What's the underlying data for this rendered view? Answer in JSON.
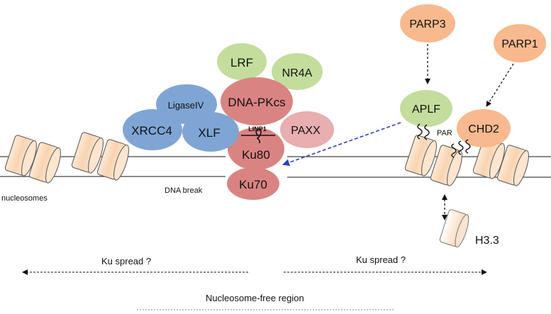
{
  "proteins": {
    "lrf": "LRF",
    "nr4a": "NR4A",
    "dnapkcs": "DNA-PKcs",
    "ligaseiv": "LigaseIV",
    "xrcc4": "XRCC4",
    "xlf": "XLF",
    "paxx": "PAXX",
    "ku80": "Ku80",
    "ku70": "Ku70",
    "linp1": "LINP1",
    "parp3": "PARP3",
    "parp1": "PARP1",
    "aplf": "APLF",
    "chd2": "CHD2"
  },
  "labels": {
    "par": "PAR",
    "h33": "H3.3",
    "nucleosomes": "nucleosomes",
    "dna_break": "DNA break",
    "ku_spread_left": "Ku spread ?",
    "ku_spread_right": "Ku spread ?",
    "nucleosome_free_region": "Nucleosome-free region"
  },
  "colors": {
    "green": "#c4dd9c",
    "red": "#d98483",
    "pink": "#e8aeb0",
    "blue": "#7ea5d4",
    "orange": "#f7b98d",
    "nucleosome_fill": "#f9dcc0",
    "blue_arrow": "#2f3fc8"
  }
}
